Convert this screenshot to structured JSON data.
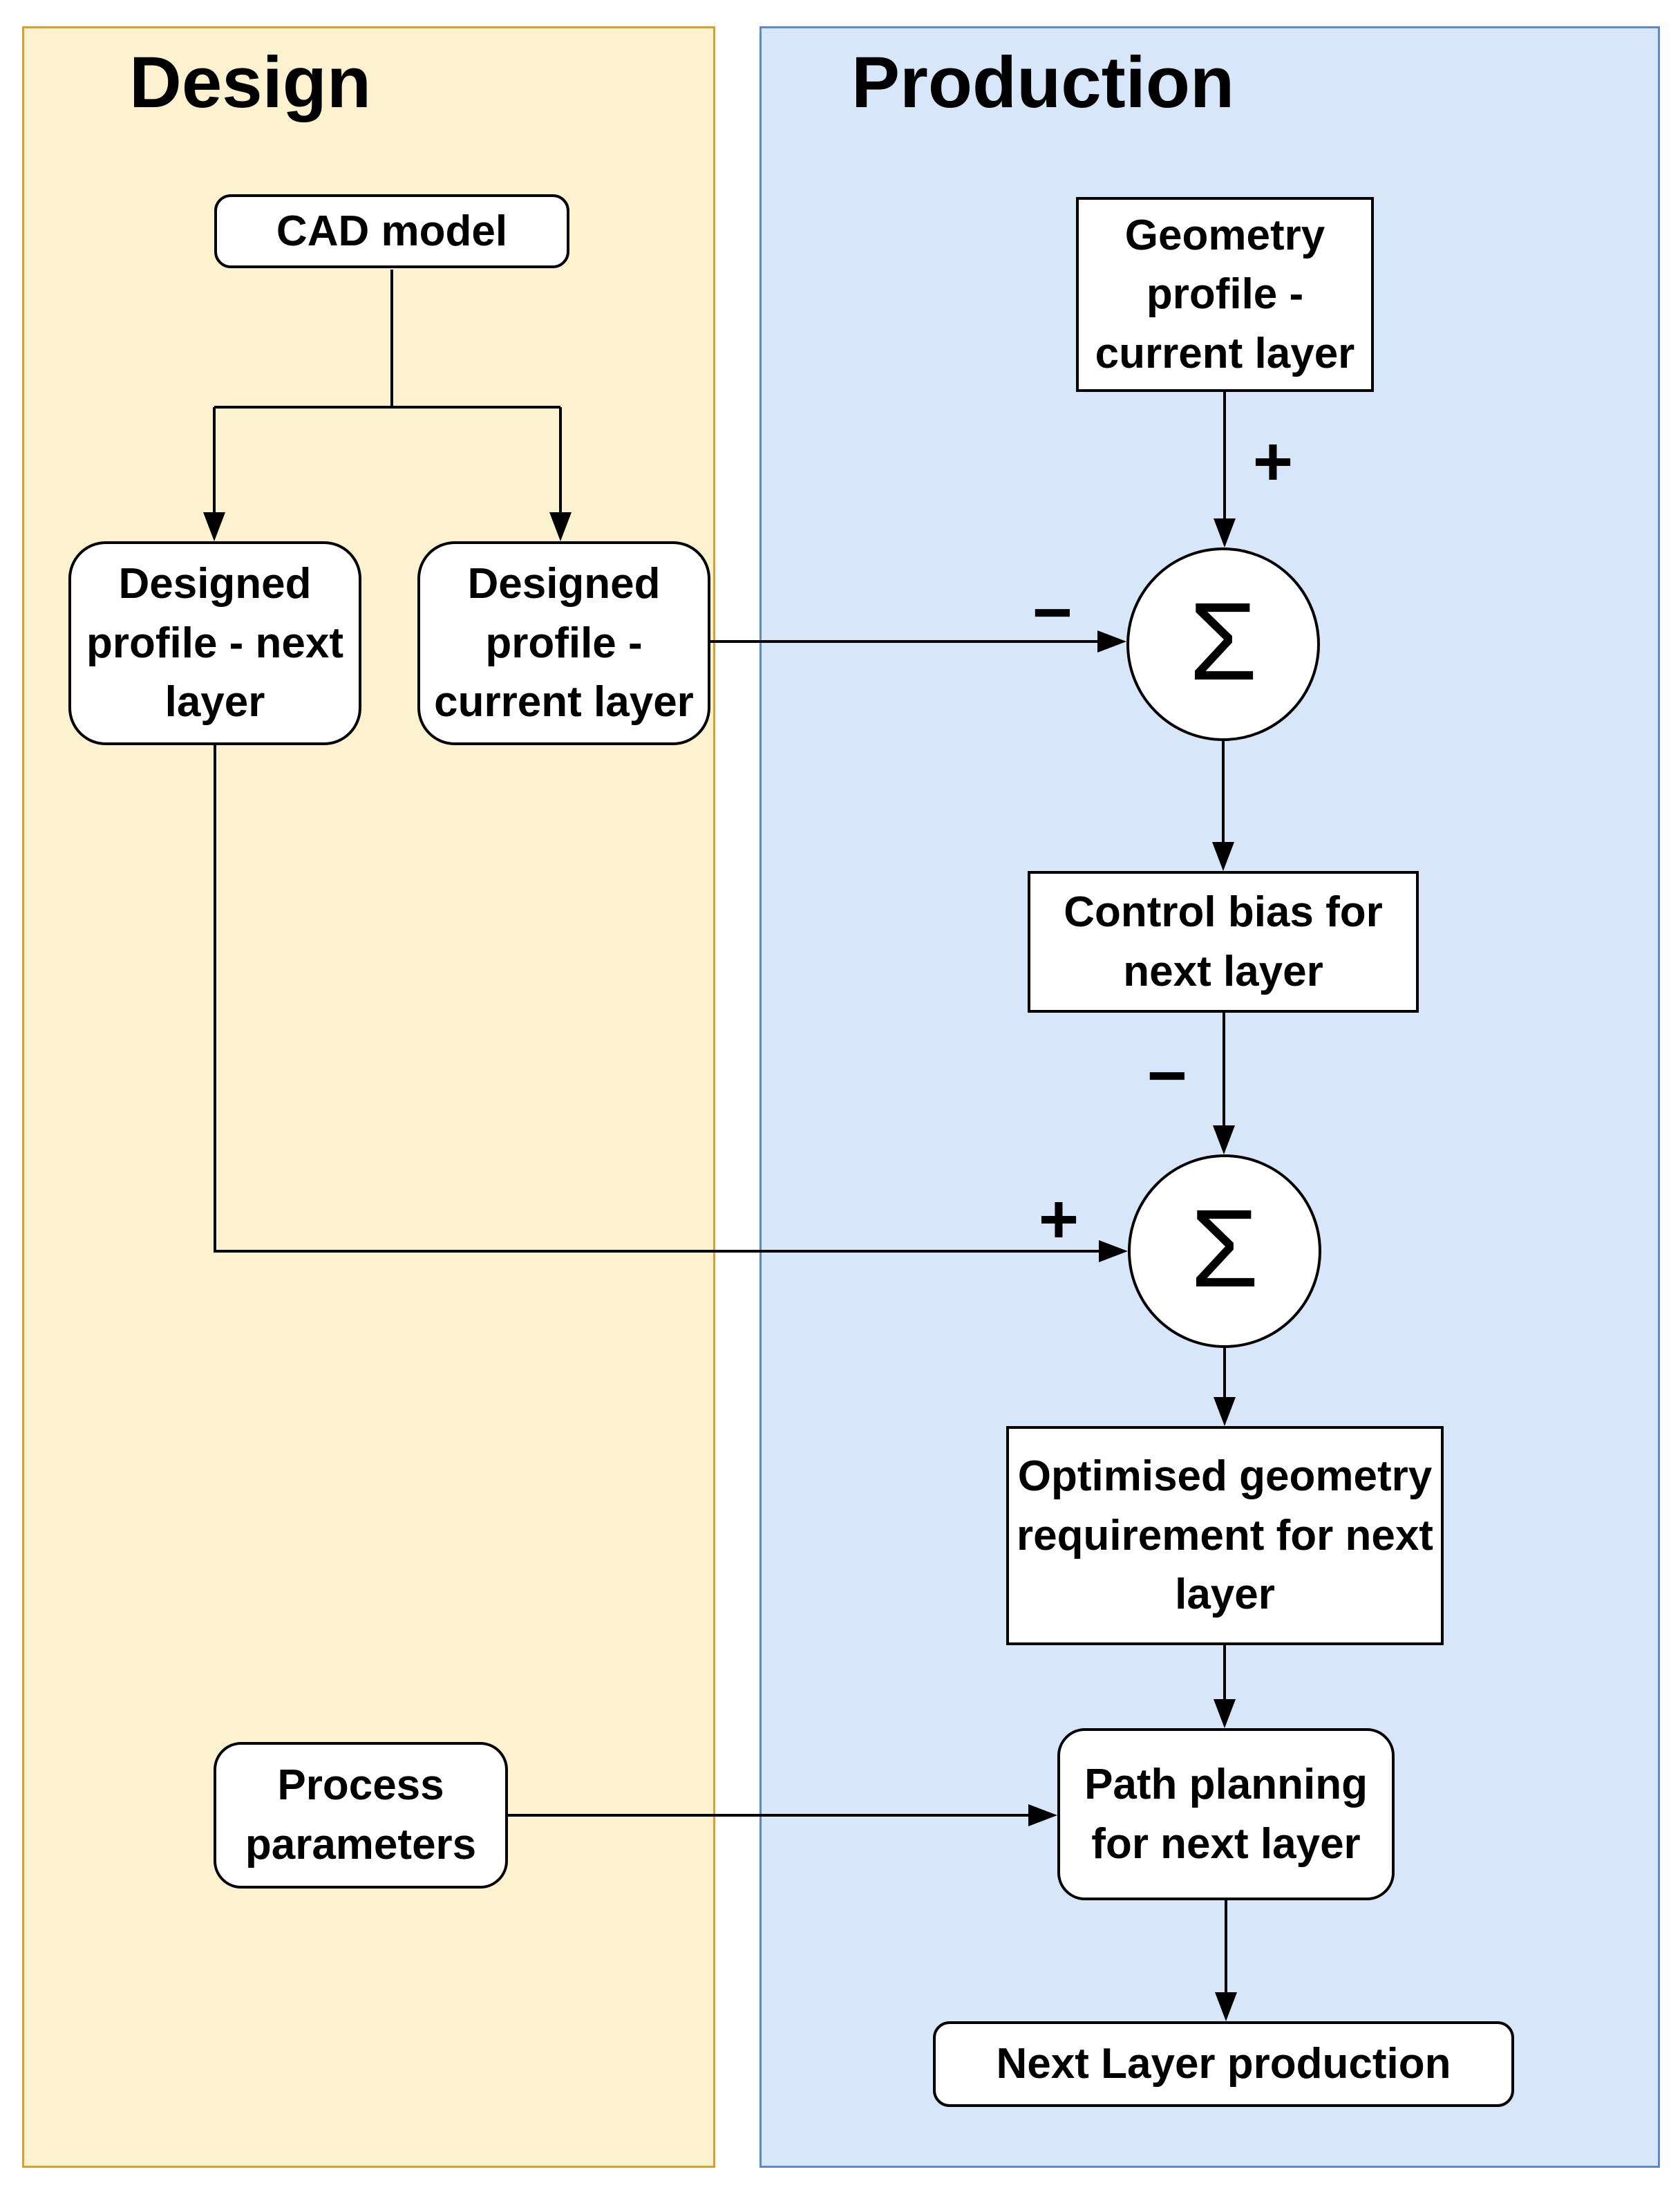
{
  "panels": {
    "design": {
      "title": "Design",
      "fill": "#FCF2CF",
      "border": "#D8A030"
    },
    "production": {
      "title": "Production",
      "fill": "#D7E7F9",
      "border": "#5A8BC8"
    }
  },
  "nodes": {
    "cad_model": {
      "label": "CAD model"
    },
    "designed_profile_next": {
      "label": "Designed\nprofile - next\nlayer"
    },
    "designed_profile_current": {
      "label": "Designed\nprofile -\ncurrent layer"
    },
    "process_parameters": {
      "label": "Process\nparameters"
    },
    "geometry_profile_current": {
      "label": "Geometry\nprofile -\ncurrent layer"
    },
    "control_bias": {
      "label": "Control bias for\nnext layer"
    },
    "optimised_geometry": {
      "label": "Optimised geometry\nrequirement for next\nlayer"
    },
    "path_planning": {
      "label": "Path planning\nfor next layer"
    },
    "next_layer_production": {
      "label": "Next Layer production"
    }
  },
  "summing_junctions": {
    "sum1": {
      "symbol": "Σ",
      "inputs": {
        "top": "+",
        "left": "−"
      }
    },
    "sum2": {
      "symbol": "Σ",
      "inputs": {
        "top": "−",
        "left": "+"
      }
    }
  }
}
